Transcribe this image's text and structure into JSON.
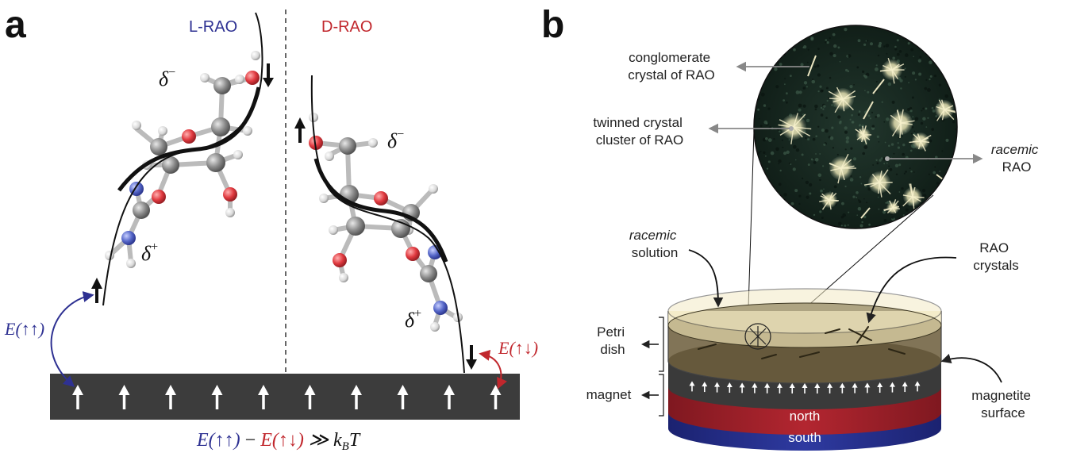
{
  "panel_a": {
    "label": "a",
    "l_rao": "L-RAO",
    "d_rao": "D-RAO",
    "delta_minus": "δ",
    "delta_plus": "δ",
    "minus_sup": "−",
    "plus_sup": "+",
    "energy_parallel": "E(↑↑)",
    "energy_antiparallel": "E(↑↓)",
    "equation": {
      "left": "E(↑↑)",
      "minus": " − ",
      "right": "E(↑↓)",
      "rest": " ≫ k",
      "sub": "B",
      "tail": "T"
    },
    "magnet_arrow_count": 10
  },
  "panel_b": {
    "label": "b",
    "conglomerate_line1": "conglomerate",
    "conglomerate_line2": "crystal of RAO",
    "twinned_line1": "twinned crystal",
    "twinned_line2": "cluster of RAO",
    "racemic_rao_line1": "racemic",
    "racemic_rao_line2": "RAO",
    "racemic_solution_line1": "racemic",
    "racemic_solution_line2": "solution",
    "rao_crystals_line1": "RAO",
    "rao_crystals_line2": "crystals",
    "petri_line1": "Petri",
    "petri_line2": "dish",
    "magnet": "magnet",
    "magnetite_line1": "magnetite",
    "magnetite_line2": "surface",
    "north": "north",
    "south": "south"
  },
  "colors": {
    "blue": "#2e3192",
    "red": "#c1272d",
    "magnet_bar": "#3c3c3c",
    "north": "#a0212a",
    "south": "#27318a"
  }
}
